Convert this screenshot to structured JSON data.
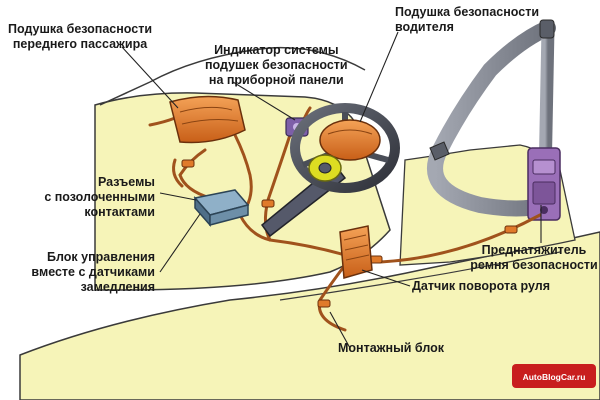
{
  "labels": {
    "passenger_airbag": [
      "Подушка безопасности",
      "переднего пассажира"
    ],
    "indicator": [
      "Индикатор системы",
      "подушек безопасности",
      "на приборной панели"
    ],
    "driver_airbag": [
      "Подушка безопасности",
      "водителя"
    ],
    "connectors": [
      "Разъемы",
      "с позолоченными",
      "контактами"
    ],
    "control_unit": [
      "Блок управления",
      "вместе с датчиками",
      "замедления"
    ],
    "pretensioner": [
      "Преднатяжитель",
      "ремня безопасности"
    ],
    "steering_sensor": "Датчик поворота руля",
    "mounting_block": "Монтажный блок"
  },
  "watermark": "AutoBlogCar.ru",
  "colors": {
    "car_body": "#f6f4b8",
    "car_outline": "#3a3a3a",
    "wire": "#a0521c",
    "airbag": "#e07a2a",
    "control_unit": "#6d8fa8",
    "pretensioner": "#9a6fb8",
    "steering_wheel": "#4a4e58",
    "sensor": "#dddd22",
    "belt": "#8a8e9a",
    "watermark_bg": "#c81e1e"
  }
}
